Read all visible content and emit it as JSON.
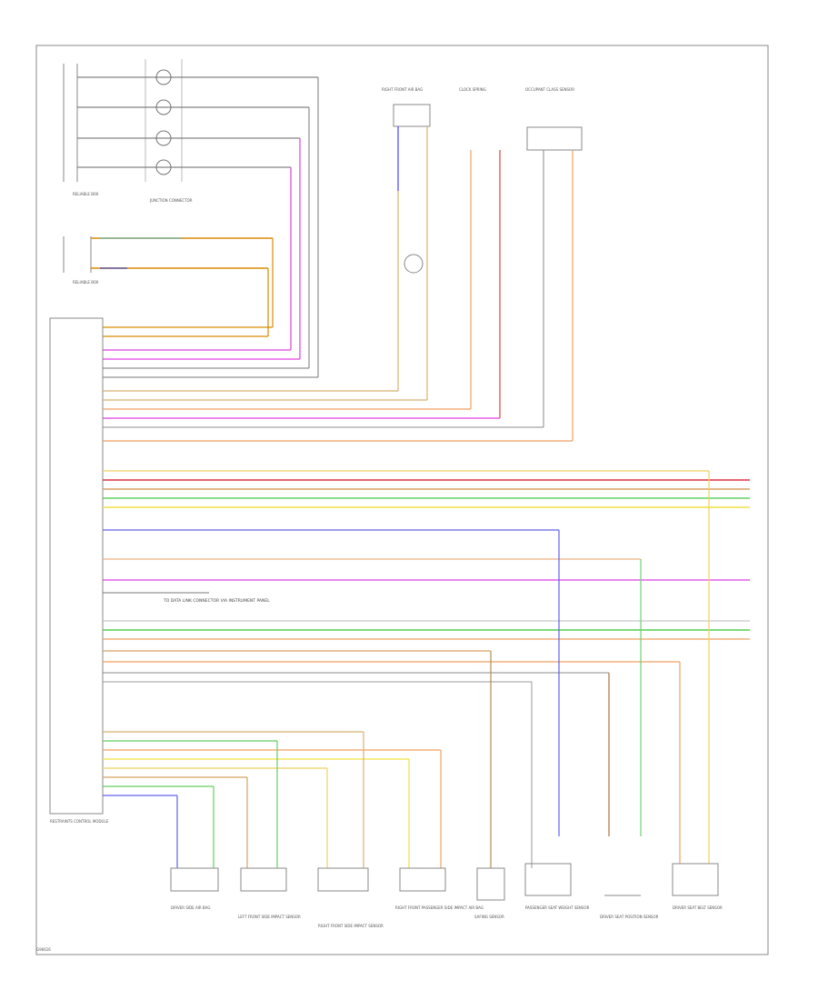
{
  "diagram": {
    "footer_code": "G96616",
    "modules": {
      "fuse_box_1": "RELIABLE BOX",
      "fuse_box_2": "RELIABLE BOX",
      "junction_label": "JUNCTION CONNECTOR",
      "control_unit_label": "RESTRAINTS CONTROL MODULE"
    },
    "bottom_components": [
      "DRIVER SIDE AIR BAG",
      "LEFT FRONT SIDE IMPACT SENSOR",
      "RIGHT FRONT SIDE IMPACT SENSOR",
      "RIGHT FRONT PASSENGER SIDE IMPACT AIR BAG",
      "SAFING SENSOR",
      "PASSENGER SEAT WEIGHT SENSOR",
      "DRIVER SEAT POSITION SENSOR",
      "DRIVER SEAT BELT SENSOR"
    ],
    "top_components": [
      "RIGHT FRONT AIR BAG",
      "CLOCK SPRING",
      "OCCUPANT CLASS SENSOR"
    ],
    "annotation": "TO DATA LINK CONNECTOR VIA INSTRUMENT PANEL"
  }
}
